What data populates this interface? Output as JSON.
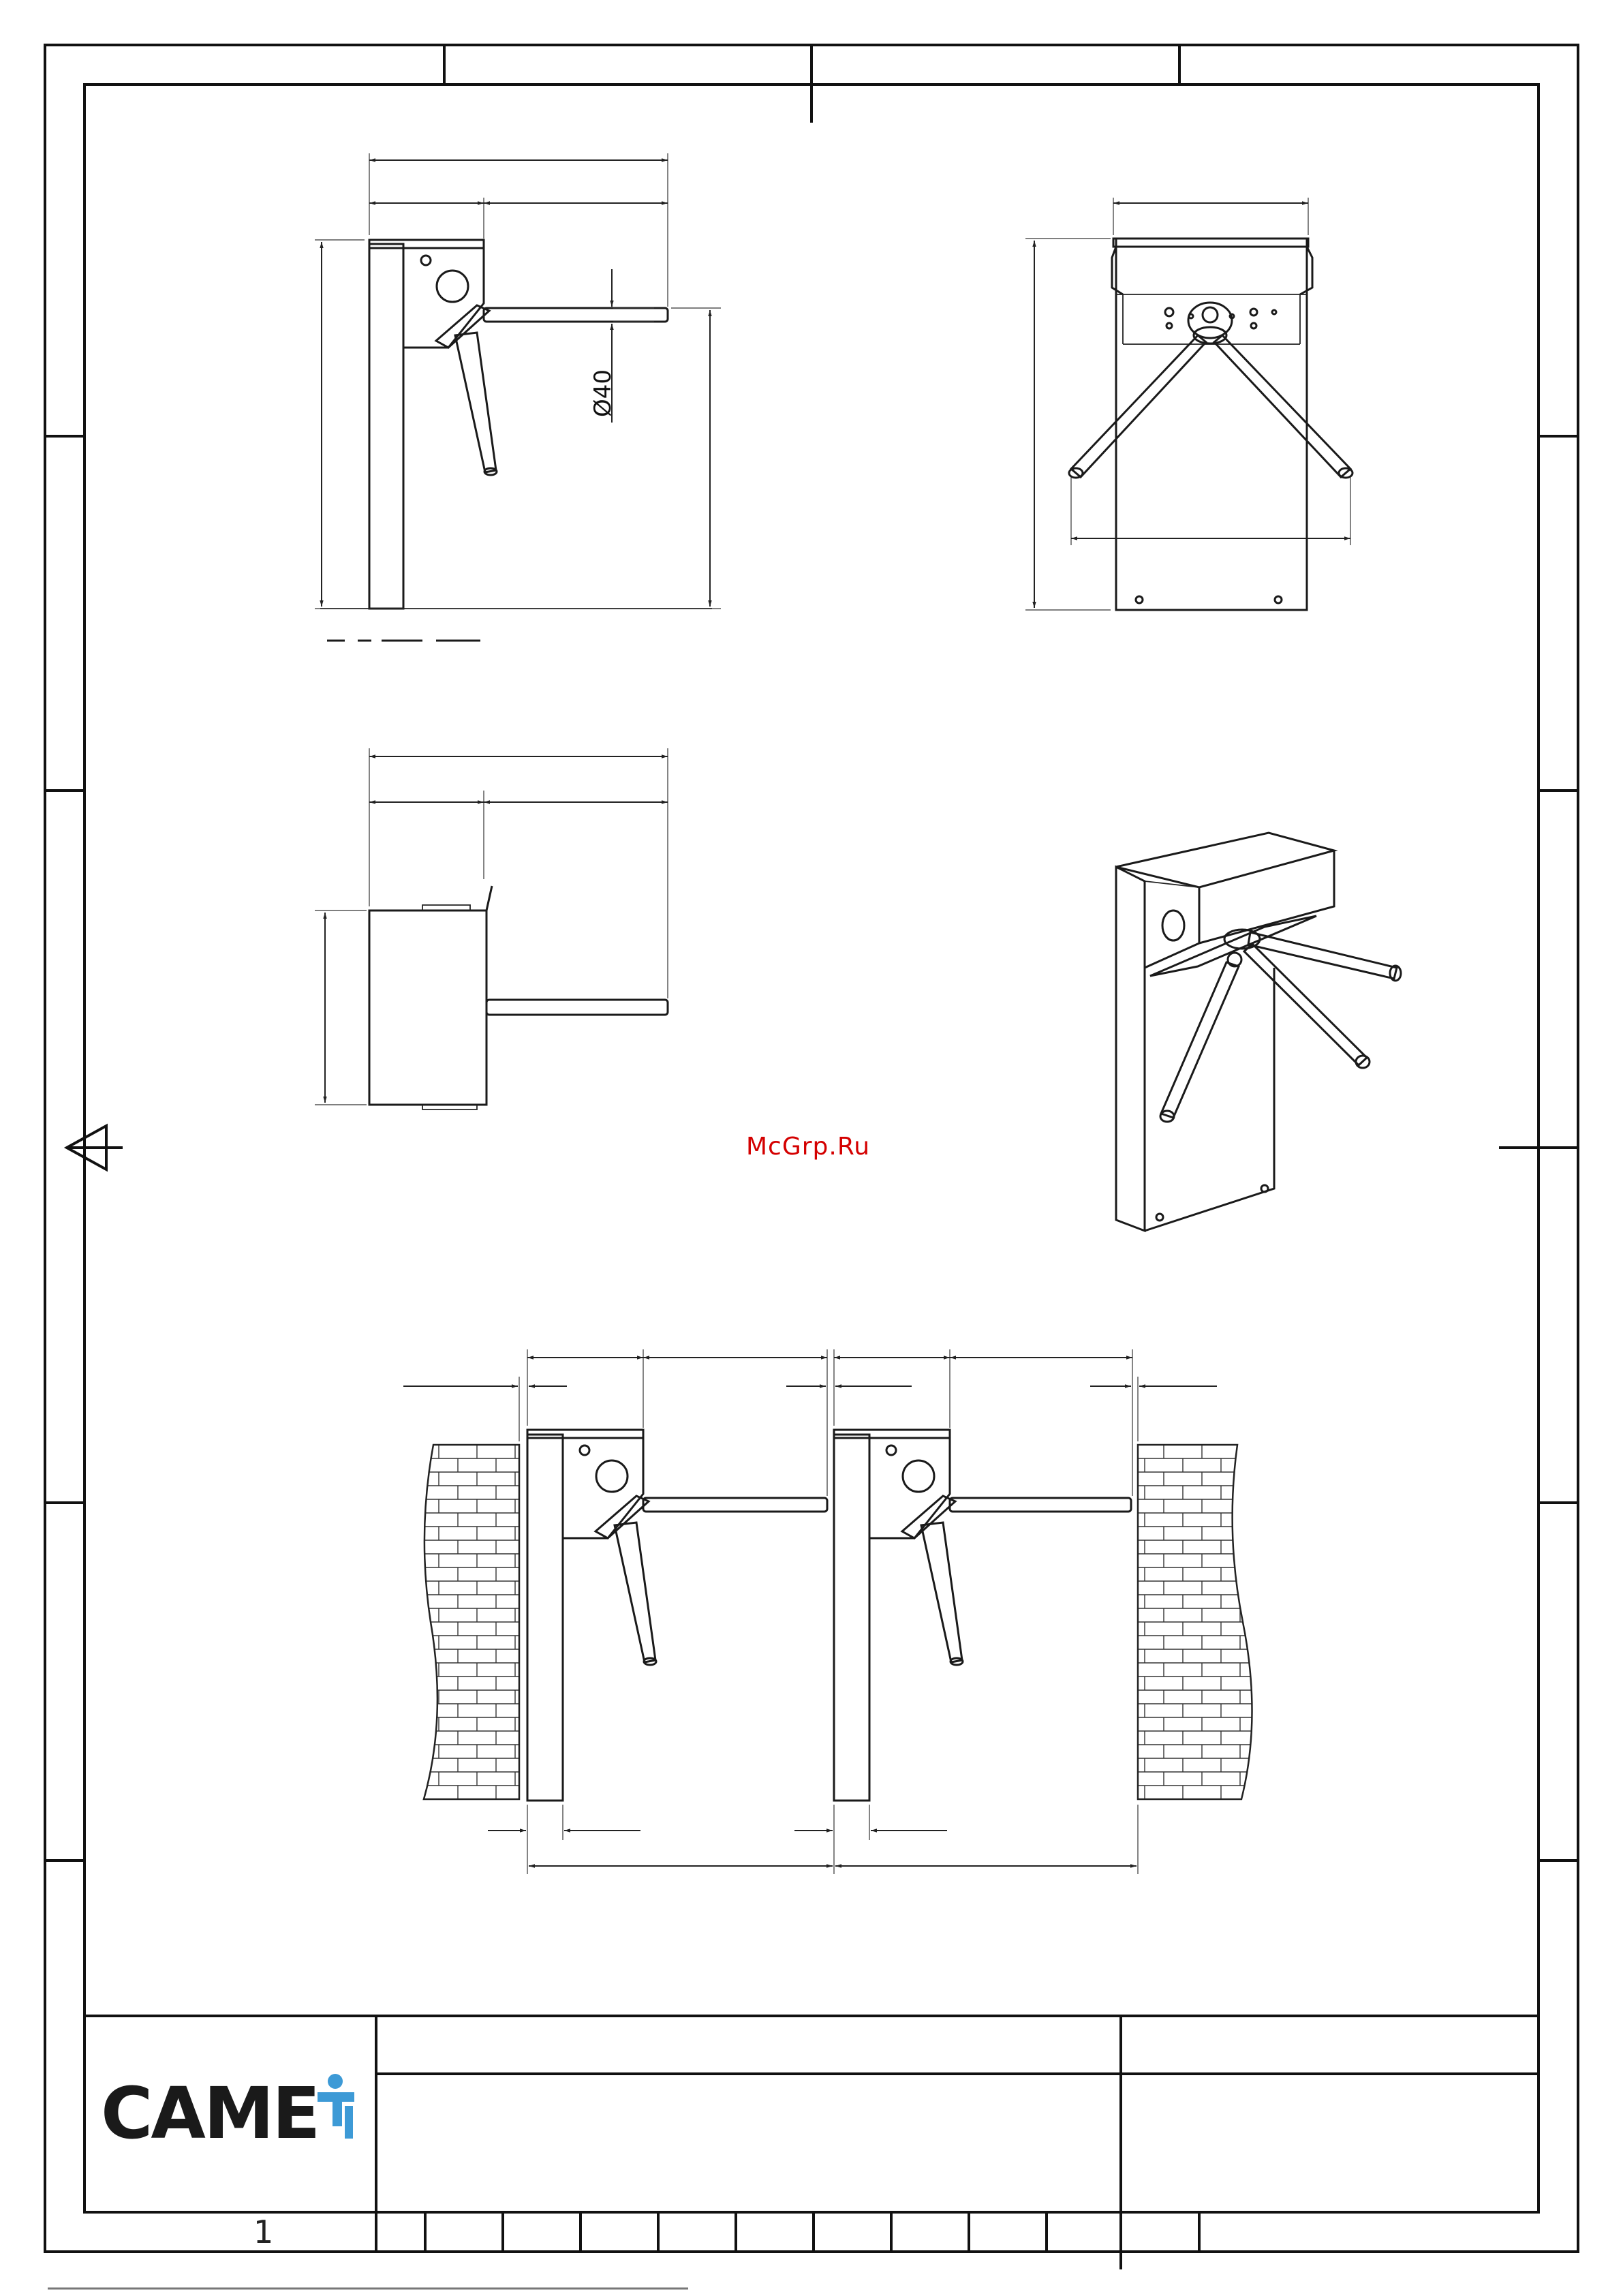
{
  "annotations": {
    "diameter": "Ø40",
    "watermark": "McGrp.Ru"
  },
  "title_block": {
    "brand": "CAME",
    "brand_color": "#1a1a1a",
    "logo_icon": "came-t-logo-icon",
    "logo_icon_color": "#3d9ad6",
    "sheet_number": "1"
  }
}
